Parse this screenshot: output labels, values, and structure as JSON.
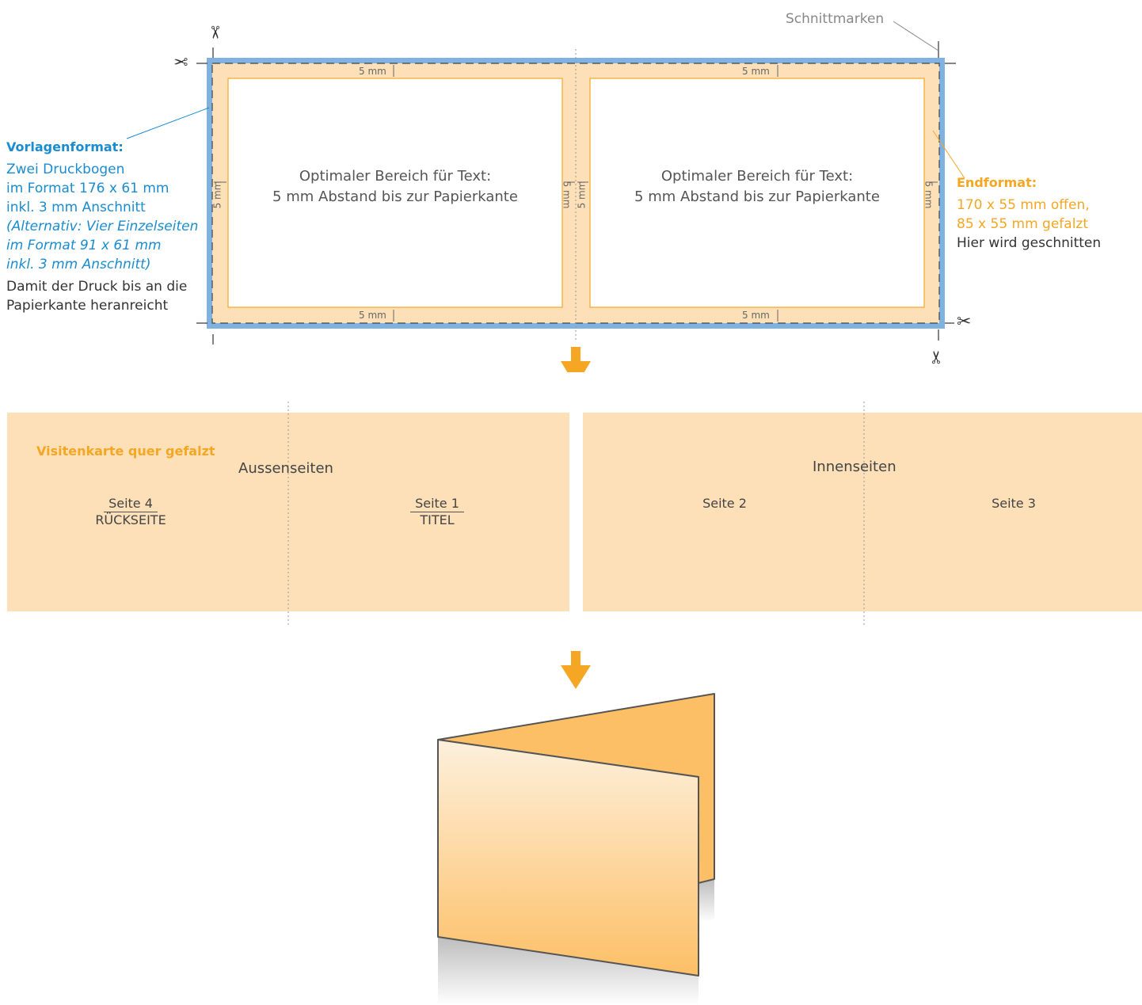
{
  "template": {
    "cut_marks_label": "Schnittmarken",
    "mm_label": "5 mm",
    "safe_area_text_line1": "Optimaler Bereich für Text:",
    "safe_area_text_line2": "5 mm Abstand bis zur Papierkante"
  },
  "left_label": {
    "heading": "Vorlagenformat:",
    "line1": "Zwei Druckbogen",
    "line2": "im Format 176 x 61 mm",
    "line3": "inkl. 3 mm Anschnitt",
    "alt_line1": "(Alternativ: Vier Einzelseiten",
    "alt_line2": "im Format 91 x 61 mm",
    "alt_line3": "inkl. 3 mm Anschnitt)",
    "note_line1": "Damit der Druck bis an die",
    "note_line2": "Papierkante heranreicht"
  },
  "right_label": {
    "heading": "Endformat:",
    "line1": "170 x 55 mm offen,",
    "line2": "85 x 55 mm gefalzt",
    "note": "Hier wird geschnitten"
  },
  "layout_panels": {
    "title": "Visitenkarte quer gefalzt",
    "outer_heading": "Aussenseiten",
    "inner_heading": "Innenseiten",
    "page4_label": "Seite 4",
    "page4_sub": "RÜCKSEITE",
    "page1_label": "Seite 1",
    "page1_sub": "TITEL",
    "page2_label": "Seite 2",
    "page3_label": "Seite 3"
  },
  "colors": {
    "bleed_blue": "#7fb2e0",
    "bleed_fill": "#fde0b8",
    "accent_orange": "#f5a623",
    "label_blue": "#1a8ccf",
    "panel_fill": "#fde0b8"
  },
  "icons": [
    "scissors-icon",
    "arrow-down-icon"
  ]
}
